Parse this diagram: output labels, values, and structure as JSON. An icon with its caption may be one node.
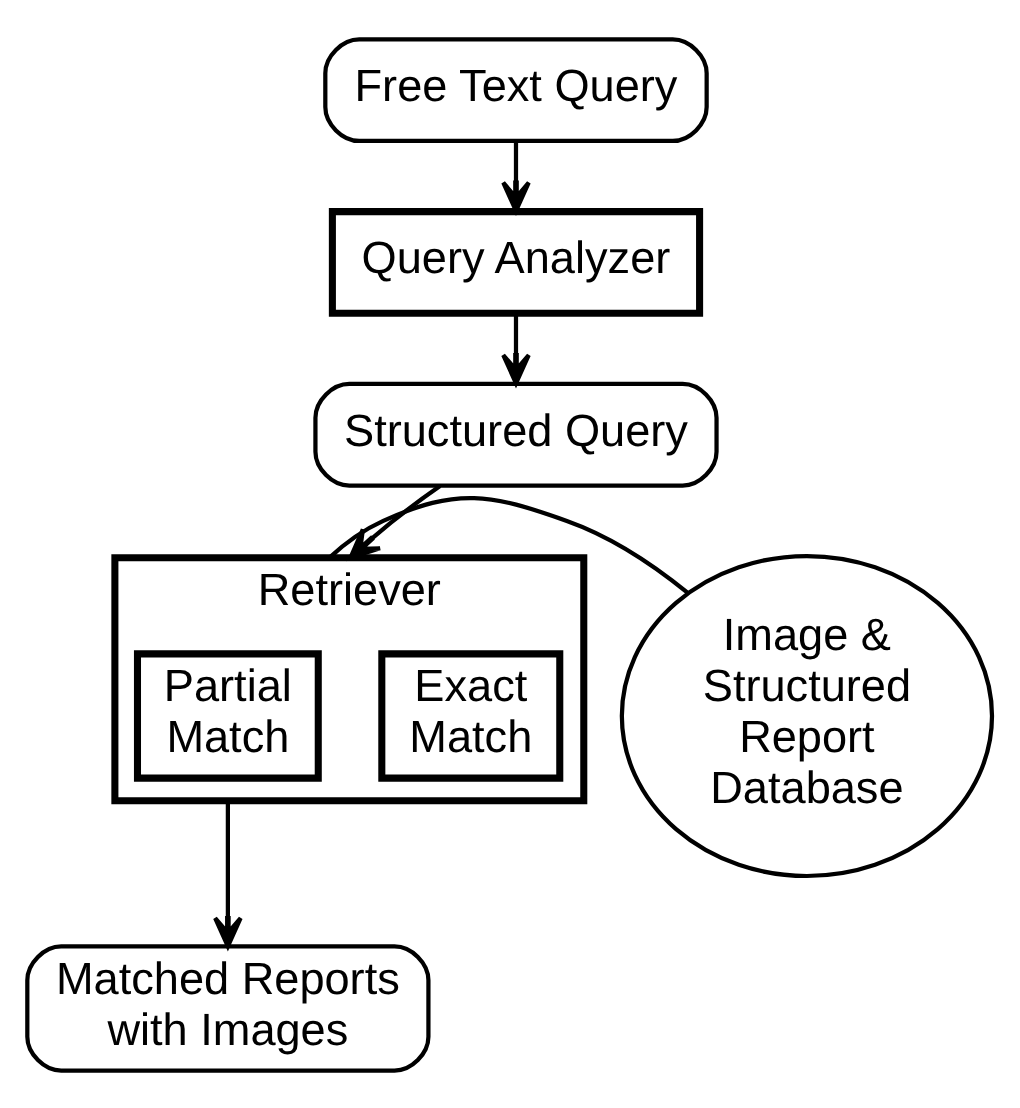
{
  "diagram": {
    "nodes": [
      {
        "text": [
          "Free Text Query"
        ]
      },
      {
        "text": [
          "Query Analyzer"
        ]
      },
      {
        "text": [
          "Structured Query"
        ]
      },
      {
        "text": [
          "Retriever"
        ]
      },
      {
        "text": [
          "Exact Match"
        ],
        "in": 3
      },
      {
        "text": [
          "Partial Match"
        ],
        "in": 3
      },
      {
        "text": [
          "Image & Structured Report Database"
        ]
      },
      {
        "text": [
          "Matched Reports with Images"
        ]
      }
    ],
    "edges": [
      {
        "from": 0,
        "to": 1,
        "arrow": "to"
      },
      {
        "from": 1,
        "to": 2,
        "arrow": "to"
      },
      {
        "from": 2,
        "to": 3,
        "arrow": "to"
      },
      {
        "from": 3,
        "to": 6,
        "arrow": "none"
      },
      {
        "from": 3,
        "to": 7,
        "arrow": "to"
      }
    ]
  }
}
